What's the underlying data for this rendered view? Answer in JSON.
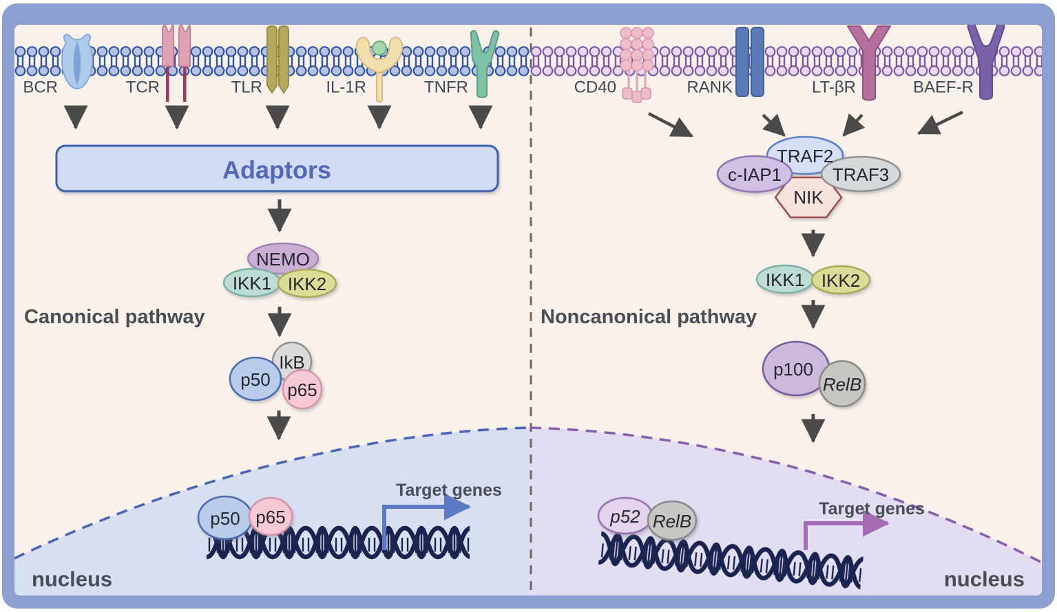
{
  "palette": {
    "frame": "#8b9fd1",
    "background": "#faf2ea",
    "canonical_accent": "#4a66b5",
    "noncanonical_accent": "#8a5fae",
    "arrow_gray": "#4a4a4a",
    "dna_navy": "#1b2350",
    "left_nucleus_fill": "#d8dff1",
    "right_nucleus_fill": "#e2ddf0",
    "adaptors_fill": "#cfdcf3",
    "adaptors_border": "#3c5fae"
  },
  "canonical": {
    "title": "Canonical pathway",
    "receptors": [
      {
        "label": "BCR"
      },
      {
        "label": "TCR"
      },
      {
        "label": "TLR"
      },
      {
        "label": "IL-1R"
      },
      {
        "label": "TNFR"
      }
    ],
    "adaptors_label": "Adaptors",
    "ikk_complex": {
      "nemo": "NEMO",
      "ikk1": "IKK1",
      "ikk2": "IKK2"
    },
    "nfkb_complex": {
      "ikb": "IkB",
      "p50": "p50",
      "p65": "p65"
    },
    "nuclear_complex": {
      "p50": "p50",
      "p65": "p65"
    },
    "target_genes_label": "Target genes",
    "nucleus_label": "nucleus"
  },
  "noncanonical": {
    "title": "Noncanonical pathway",
    "receptors": [
      {
        "label": "CD40"
      },
      {
        "label": "RANK"
      },
      {
        "label": "LT-βR"
      },
      {
        "label": "BAEF-R"
      }
    ],
    "traf_complex": {
      "traf2": "TRAF2",
      "ciap1": "c-IAP1",
      "traf3": "TRAF3",
      "nik": "NIK"
    },
    "ikk_complex": {
      "ikk1": "IKK1",
      "ikk2": "IKK2"
    },
    "p100_complex": {
      "p100": "p100",
      "relb": "RelB"
    },
    "nuclear_complex": {
      "p52": "p52",
      "relb": "RelB"
    },
    "target_genes_label": "Target genes",
    "nucleus_label": "nucleus"
  }
}
